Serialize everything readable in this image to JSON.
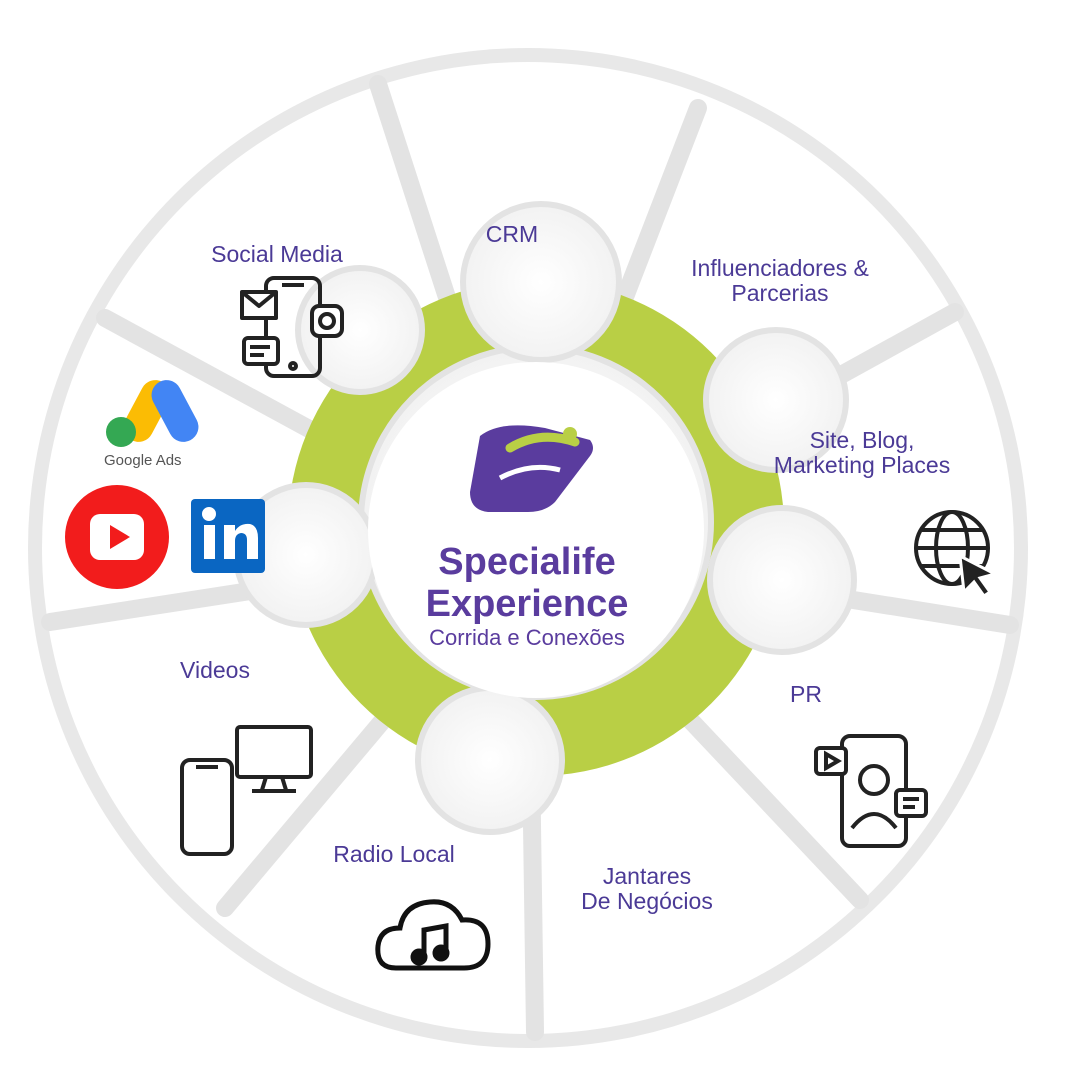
{
  "segments": {
    "crm": "CRM",
    "influencers_line1": "Influenciadores &",
    "influencers_line2": "Parcerias",
    "site_line1": "Site, Blog,",
    "site_line2": "Marketing Places",
    "pr": "PR",
    "dinners_line1": "Jantares",
    "dinners_line2": "De Negócios",
    "radio": "Radio Local",
    "videos": "Videos",
    "social": "Social Media"
  },
  "ads": {
    "google_ads_label": "Google Ads"
  },
  "brand": {
    "line1": "Specialife",
    "line2": "Experience",
    "tagline": "Corrida e Conexões"
  },
  "icons": [
    "mobile-social-icon",
    "google-ads-icon",
    "youtube-icon",
    "linkedin-icon",
    "globe-cursor-icon",
    "video-call-icon",
    "devices-icon",
    "cloud-music-icon",
    "runner-logo-icon"
  ],
  "colors": {
    "accent_green": "#b9cf45",
    "brand_purple": "#5a3c9e",
    "label_purple": "#4b3a96",
    "ring_gray": "#e6e6e6"
  }
}
